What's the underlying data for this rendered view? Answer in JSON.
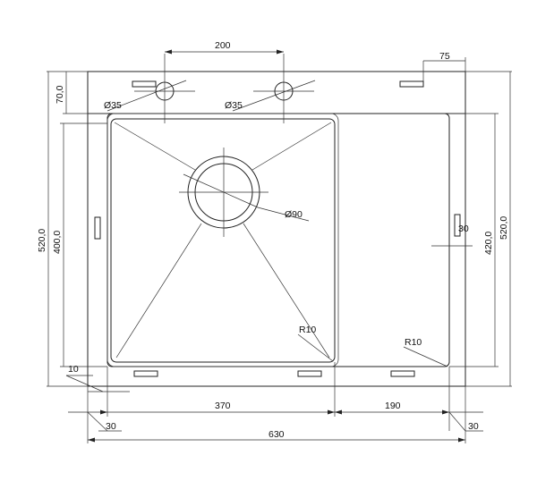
{
  "drawing": {
    "dimensions": {
      "hole_spacing": "200",
      "right_offset_top": "75",
      "top_height": "70,0",
      "total_height_left": "520,0",
      "inner_height_left": "400,0",
      "total_height_right": "520,0",
      "inner_height_right": "420,0",
      "right_gap": "30",
      "bowl_width": "370",
      "drainboard_width": "190",
      "total_width": "630",
      "left_edge_gap": "30",
      "right_edge_gap": "30",
      "rim_offset": "10"
    },
    "labels": {
      "tap_hole_left": "Ø35",
      "tap_hole_right": "Ø35",
      "drain_diameter": "Ø90",
      "bowl_radius": "R10",
      "drainboard_radius": "R10"
    },
    "line_color": "#222222"
  }
}
